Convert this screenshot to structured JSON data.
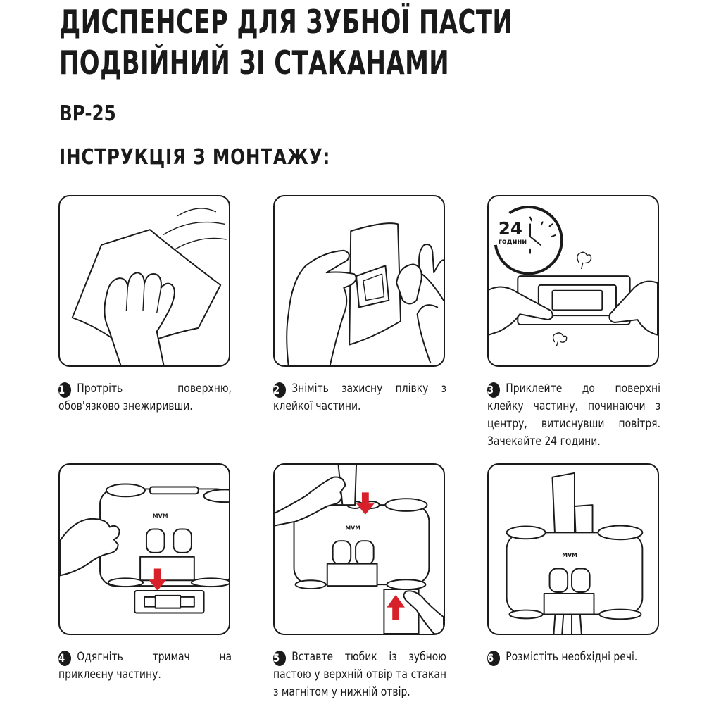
{
  "document": {
    "title_line1": "ДИСПЕНСЕР ДЛЯ ЗУБНОЇ ПАСТИ",
    "title_line2": "ПОДВІЙНИЙ ЗІ СТАКАНАМИ",
    "model": "BP-25",
    "instructions_heading": "ІНСТРУКЦІЯ З МОНТАЖУ:"
  },
  "steps": [
    {
      "number": "1",
      "text": "Протріть поверхню, обов'язково знежиривши."
    },
    {
      "number": "2",
      "text": "Зніміть захисну плівку з клейкої частини."
    },
    {
      "number": "3",
      "text": "Приклейте до поверхні клейку частину, починаючи з центру, витиснувши повітря. Зачекайте 24 години."
    },
    {
      "number": "4",
      "text": "Одягніть тримач на приклеєну частину."
    },
    {
      "number": "5",
      "text": "Вставте тюбик із зубною пастою у верхній отвір та стакан з магнітом у нижній отвір."
    },
    {
      "number": "6",
      "text": "Розмістіть необхідні речі."
    }
  ],
  "illustrations": {
    "clock_hours": "24",
    "clock_unit": "години",
    "brand_logo": "MVM"
  },
  "colors": {
    "text": "#1a1a1a",
    "accent_arrow": "#d8202a",
    "background": "#ffffff"
  }
}
